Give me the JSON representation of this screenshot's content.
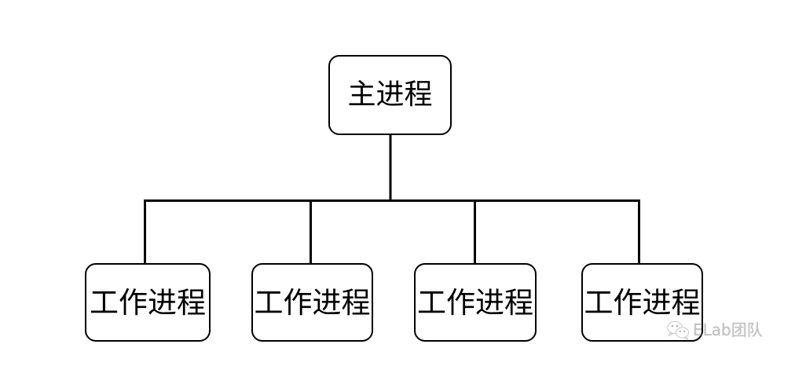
{
  "diagram": {
    "type": "process-tree",
    "background_color": "#ffffff",
    "stroke_color": "#000000",
    "root": {
      "id": "main-process",
      "label": "主进程"
    },
    "children": [
      {
        "id": "worker-process-1",
        "label": "工作进程"
      },
      {
        "id": "worker-process-2",
        "label": "工作进程"
      },
      {
        "id": "worker-process-3",
        "label": "工作进程"
      },
      {
        "id": "worker-process-4",
        "label": "工作进程"
      }
    ]
  },
  "watermark": {
    "icon": "wechat-icon",
    "text": "ELab团队",
    "color": "#9a9a9a"
  }
}
